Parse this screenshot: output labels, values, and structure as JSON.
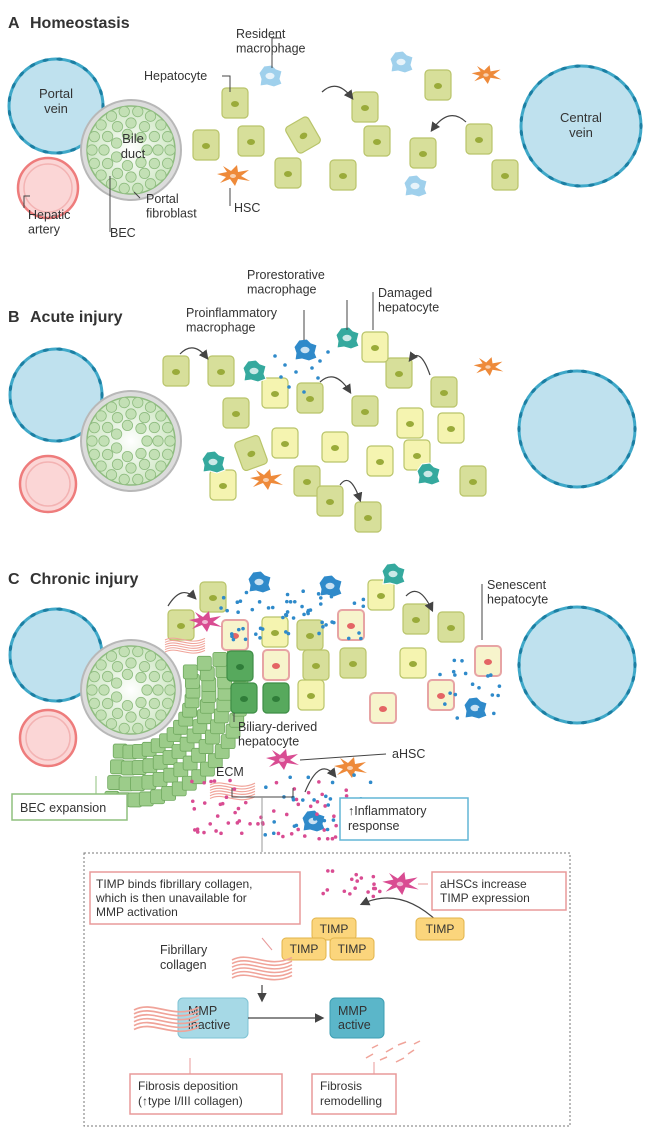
{
  "panels": {
    "a": {
      "letter": "A",
      "title": "Homeostasis",
      "labels": {
        "portal_vein": [
          "Portal",
          "vein"
        ],
        "bile_duct": [
          "Bile",
          "duct"
        ],
        "resident_macrophage": [
          "Resident",
          "macrophage"
        ],
        "hepatocyte": "Hepatocyte",
        "central_vein": [
          "Central",
          "vein"
        ],
        "hepatic_artery": [
          "Hepatic",
          "artery"
        ],
        "bec": "BEC",
        "portal_fibroblast": [
          "Portal",
          "fibroblast"
        ],
        "hsc": "HSC"
      }
    },
    "b": {
      "letter": "B",
      "title": "Acute injury",
      "labels": {
        "prorestorative_macrophage": [
          "Prorestorative",
          "macrophage"
        ],
        "damaged_hepatocyte": [
          "Damaged",
          "hepatocyte"
        ],
        "proinflammatory_macrophage": [
          "Proinflammatory",
          "macrophage"
        ]
      }
    },
    "c": {
      "letter": "C",
      "title": "Chronic injury",
      "labels": {
        "senescent_hepatocyte": [
          "Senescent",
          "hepatocyte"
        ],
        "biliary_derived_hepatocyte": [
          "Biliary-derived",
          "hepatocyte"
        ],
        "ahsc": "aHSC",
        "ecm": "ECM",
        "bec_expansion": "BEC expansion",
        "inflammatory_response": [
          "↑Inflammatory",
          "response"
        ]
      },
      "inset": {
        "timp_binds": [
          "TIMP binds fibrillary collagen,",
          "which is then unavailable for",
          "MMP activation"
        ],
        "ahscs_increase": [
          "aHSCs increase",
          "TIMP expression"
        ],
        "timp": "TIMP",
        "fibrillary_collagen": [
          "Fibrillary",
          "collagen"
        ],
        "mmp_inactive": [
          "MMP",
          "inactive"
        ],
        "mmp_active": [
          "MMP",
          "active"
        ],
        "fibrosis_deposition": [
          "Fibrosis deposition",
          "(↑type I/III collagen)"
        ],
        "fibrosis_remodelling": [
          "Fibrosis",
          "remodelling"
        ]
      }
    }
  },
  "colors": {
    "vessel_fill": "#bfe1ee",
    "vessel_stroke": "#3fa8c8",
    "artery_fill": "#fbd6d6",
    "artery_stroke": "#ee7c7c",
    "hepatocyte": "#d7df9a",
    "damaged": "#f5f4b0",
    "senescent_fill": "#f7f4cc",
    "senescent_border": "#e7a4a4",
    "biliary_hep": "#57a95d",
    "bec": "#9ccc8a",
    "hsc": "#ee8a3a",
    "ahsc": "#d94c92",
    "macro_resident": "#9fd0ec",
    "macro_pro": "#2f8aca",
    "macro_restore": "#35a99e",
    "timp_fill": "#fbd57c",
    "mmp_fill": "#a6d9e6",
    "mmp_active": "#5bb6c9",
    "ecm": "#f0a49a",
    "box_red": "#e89a9a",
    "box_blue": "#62b6d6",
    "box_green": "#8fc07e"
  },
  "icons": [
    "vessel",
    "bile-duct",
    "hepatocyte-cell",
    "macrophage",
    "stellate-cell",
    "arrow"
  ]
}
